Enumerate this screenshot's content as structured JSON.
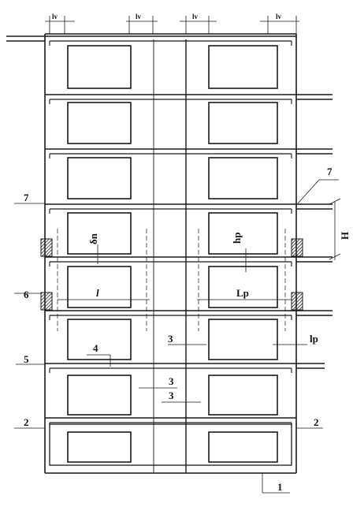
{
  "drawing": {
    "callouts": {
      "c1": "1",
      "c2_left": "2",
      "c2_right": "2",
      "c3_a": "3",
      "c3_b": "3",
      "c3_c": "3",
      "c4": "4",
      "c5": "5",
      "c6": "6",
      "c7_left": "7",
      "c7_right": "7"
    },
    "dimensions": {
      "l": "l",
      "Lp": "Lp",
      "lp": "lp",
      "H": "H",
      "hp": "hp",
      "delta_n": "δn",
      "top_dim_1": "lv",
      "top_dim_2": "lv",
      "top_dim_3": "lv",
      "top_dim_4": "lv"
    }
  }
}
